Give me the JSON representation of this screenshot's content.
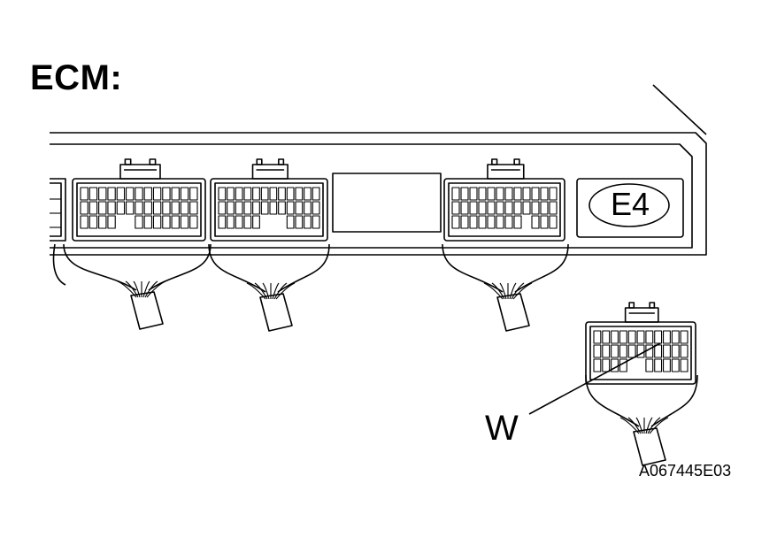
{
  "diagram": {
    "title": "ECM:",
    "connector_code": "E4",
    "terminal_label": "W",
    "figure_id": "A067445E03"
  },
  "colors": {
    "ink": "#000000",
    "background": "#ffffff"
  }
}
